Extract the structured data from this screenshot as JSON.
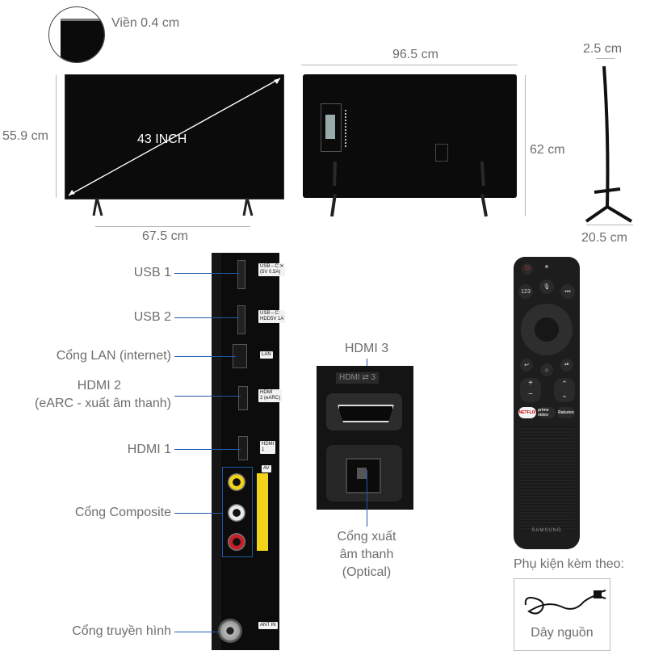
{
  "bezel": {
    "label": "Viền 0.4 cm"
  },
  "front": {
    "screen_size": "43 INCH",
    "height": "55.9 cm",
    "stand_width": "67.5 cm"
  },
  "back": {
    "width": "96.5 cm",
    "height": "62 cm"
  },
  "side": {
    "depth_top": "2.5 cm",
    "depth_base": "20.5 cm"
  },
  "ports": {
    "usb1": "USB 1",
    "usb2": "USB 2",
    "lan": "Cổng LAN (internet)",
    "hdmi2_line1": "HDMI 2",
    "hdmi2_line2": "(eARC - xuất âm thanh)",
    "hdmi1": "HDMI 1",
    "composite": "Cổng Composite",
    "antenna": "Cổng truyền hình",
    "hdmi3": "HDMI 3",
    "optical_line1": "Cổng xuất",
    "optical_line2": "âm thanh",
    "optical_line3": "(Optical)"
  },
  "panel_tags": {
    "usb1_a": "USB⇔C:✕",
    "usb1_b": "(5V 0.5A)",
    "usb2_a": "USB⇔C:",
    "usb2_b": "HDD5V 1A",
    "lan": "LAN",
    "hdmi2_a": "HDMI",
    "hdmi2_b": "2 (eARC)",
    "hdmi1_a": "HDMI",
    "hdmi1_b": "1",
    "av": "AV",
    "ant": "ANT IN",
    "hdmi3_plate": "HDMI ⇄ 3"
  },
  "remote": {
    "brand": "SAMSUNG",
    "btn_123": "123",
    "netflix": "NETFLIX",
    "prime": "prime video",
    "rakuten": "Rakuten"
  },
  "accessories": {
    "title": "Phụ kiện kèm theo:",
    "power_cord": "Dây nguồn"
  },
  "colors": {
    "connector_line": "#1e5aa8",
    "dimension_line": "#b8b8b8",
    "yellow": "#f2d21b"
  }
}
